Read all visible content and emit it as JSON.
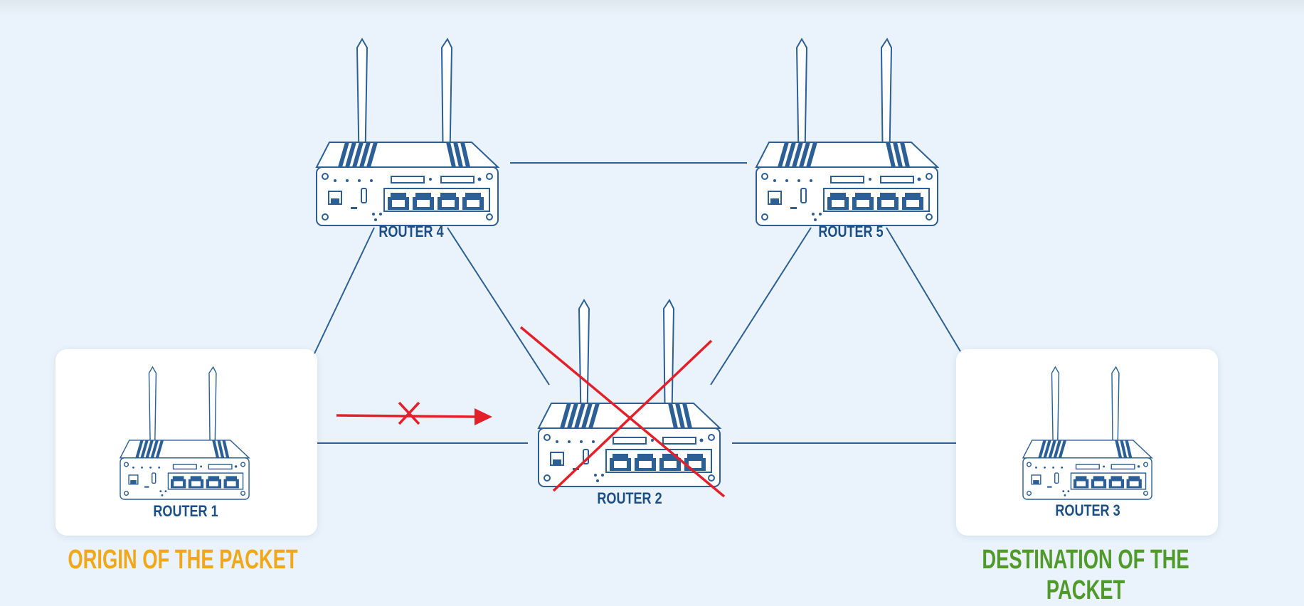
{
  "routers": [
    {
      "id": "r1",
      "label": "ROUTER 1"
    },
    {
      "id": "r2",
      "label": "ROUTER 2"
    },
    {
      "id": "r3",
      "label": "ROUTER 3"
    },
    {
      "id": "r4",
      "label": "ROUTER 4"
    },
    {
      "id": "r5",
      "label": "ROUTER 5"
    }
  ],
  "captions": {
    "origin": "ORIGIN OF THE PACKET",
    "destination": "DESTINATION OF THE PACKET"
  },
  "links": [
    [
      "r1",
      "r4"
    ],
    [
      "r4",
      "r5"
    ],
    [
      "r4",
      "r2"
    ],
    [
      "r5",
      "r2"
    ],
    [
      "r5",
      "r3"
    ],
    [
      "r1",
      "r2"
    ],
    [
      "r2",
      "r3"
    ]
  ],
  "failed_router": "r2",
  "blocked_packet": {
    "from": "r1",
    "to": "r2"
  },
  "colors": {
    "line": "#2b5f95",
    "router_stroke": "#2b5f95",
    "failure": "#e3202a",
    "origin": "#f0a81a",
    "destination": "#4f9a2a",
    "label": "#1b4f86",
    "card": "#ffffff",
    "background": "#eaf3fb"
  }
}
